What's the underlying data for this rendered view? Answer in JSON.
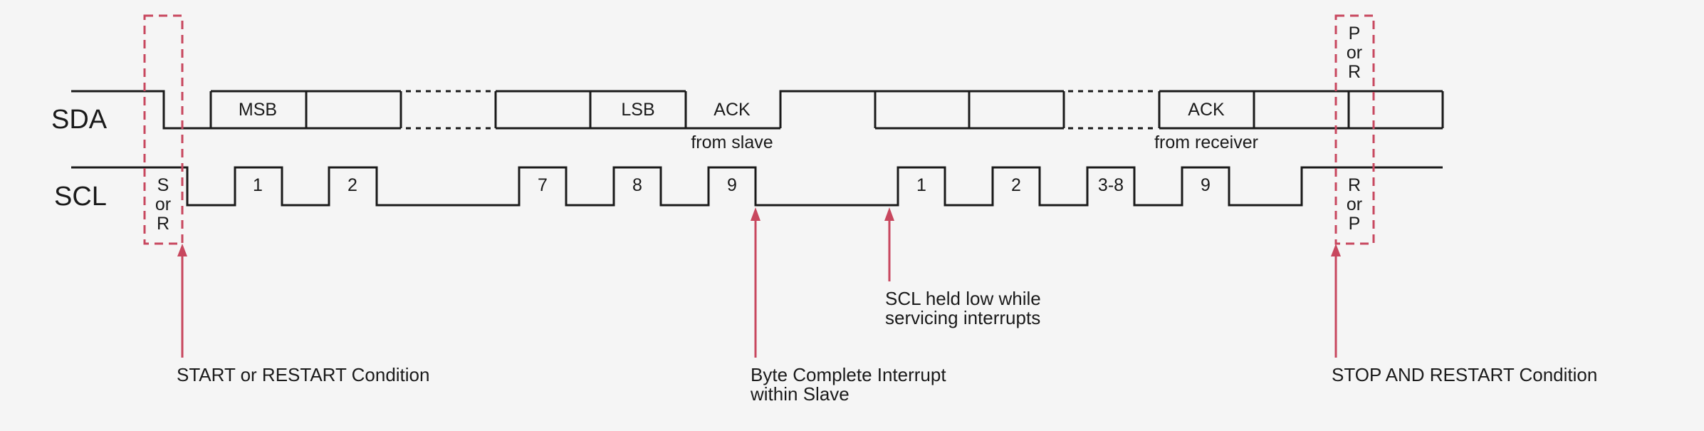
{
  "signals": {
    "sda": "SDA",
    "scl": "SCL"
  },
  "sda_fields": {
    "msb": "MSB",
    "lsb": "LSB",
    "ack1": "ACK",
    "ack2": "ACK"
  },
  "sda_notes": {
    "from_slave": "from slave",
    "from_receiver": "from receiver"
  },
  "scl_pulses": [
    "1",
    "2",
    "7",
    "8",
    "9",
    "1",
    "2",
    "3-8",
    "9"
  ],
  "start_box": [
    "S",
    "or",
    "R"
  ],
  "stop_box_top": [
    "P",
    "or",
    "R"
  ],
  "stop_box_bottom": [
    "R",
    "or",
    "P"
  ],
  "annotations": {
    "start": "START or RESTART Condition",
    "byte_complete": [
      "Byte Complete Interrupt",
      "within Slave"
    ],
    "scl_held": [
      "SCL held low while",
      "servicing interrupts"
    ],
    "stop": "STOP AND RESTART Condition"
  },
  "colors": {
    "signal": "#1a1a1a",
    "accent": "#c8475e",
    "background": "#f5f5f5"
  }
}
